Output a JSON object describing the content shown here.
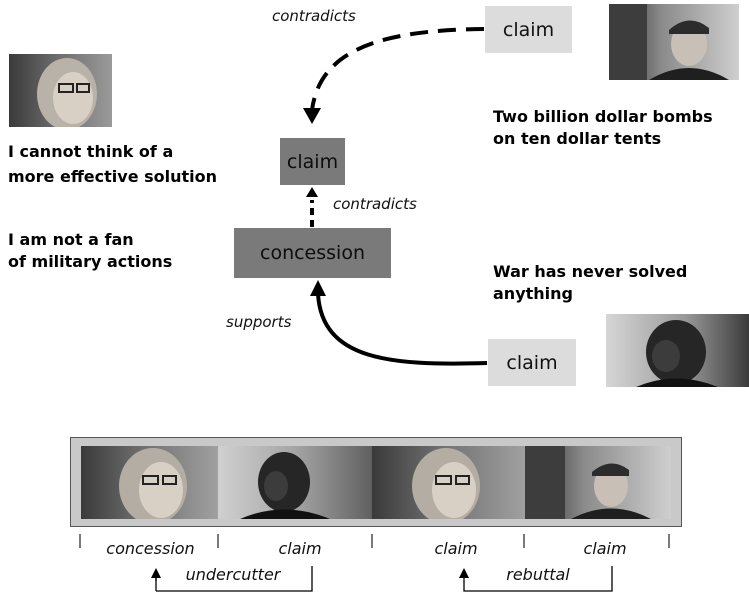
{
  "nodes": {
    "claim_center": "claim",
    "concession": "concession",
    "claim_top_right": "claim",
    "claim_bottom_right": "claim"
  },
  "edges": {
    "contradicts_top": "contradicts",
    "contradicts_mid": "contradicts",
    "supports": "supports"
  },
  "quotes": {
    "woman_line1": "I cannot think of a",
    "woman_line2": "more effective solution",
    "concession_line1": "I am not a fan",
    "concession_line2": "of military actions",
    "man_top_line1": "Two billion dollar bombs",
    "man_top_line2": "on ten dollar tents",
    "man_bottom_line1": "War has never solved",
    "man_bottom_line2": "anything"
  },
  "timeline": {
    "segments": [
      "concession",
      "claim",
      "claim",
      "claim"
    ],
    "relations": [
      "undercutter",
      "rebuttal"
    ]
  },
  "icons": [
    "woman-photo-icon",
    "man-cap-photo-icon",
    "man-bald-photo-icon"
  ]
}
